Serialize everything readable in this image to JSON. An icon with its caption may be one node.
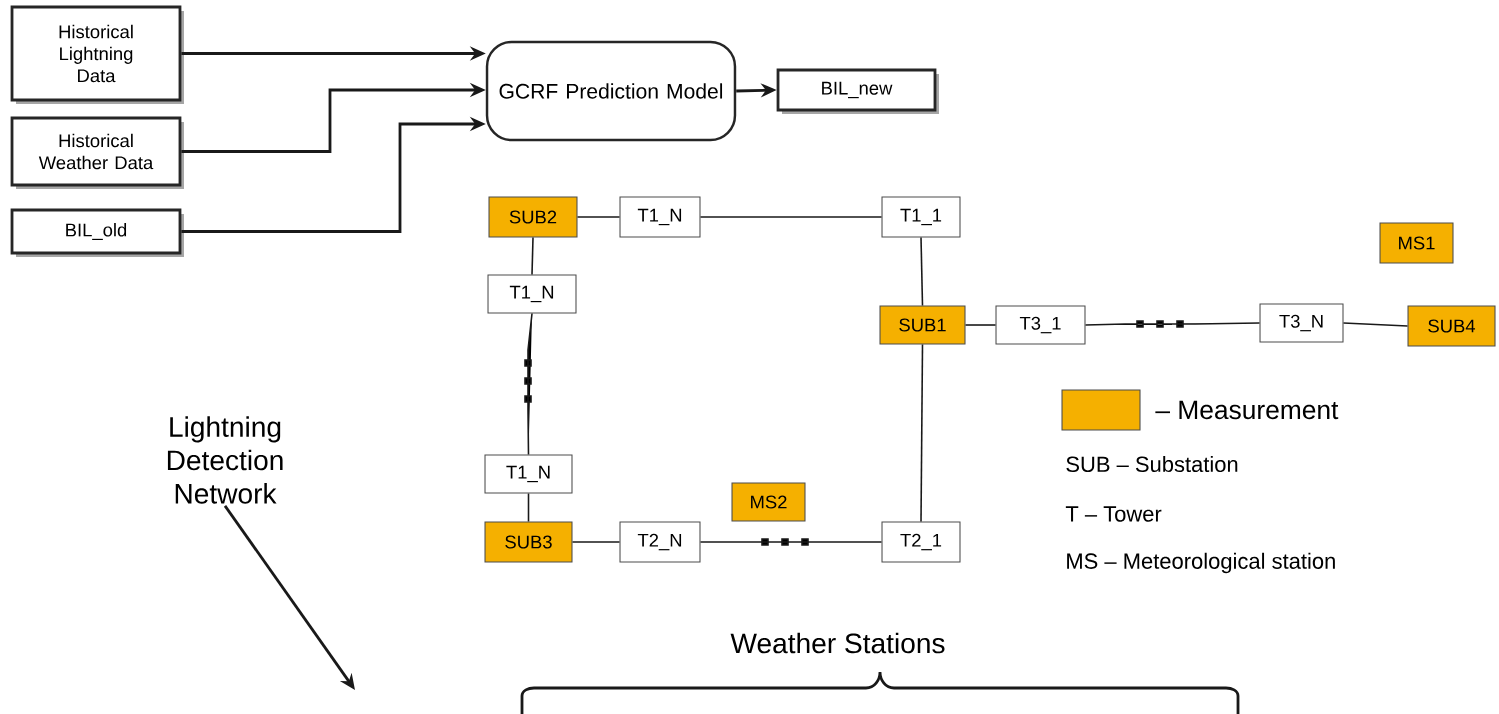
{
  "diagram": {
    "nodes": [
      {
        "text": [
          "Historical Lightning Data"
        ]
      },
      {
        "text": [
          "Historical Weather Data"
        ]
      },
      {
        "text": [
          "BIL_old"
        ]
      },
      {
        "text": [
          "GCRF Prediction Model"
        ]
      },
      {
        "text": [
          "BIL_new"
        ]
      },
      {
        "text": [
          "SUB2"
        ]
      },
      {
        "text": [
          "T1_N"
        ]
      },
      {
        "text": [
          "T1_1"
        ]
      },
      {
        "text": [
          "MS1"
        ]
      },
      {
        "text": [
          "T1_N"
        ]
      },
      {
        "text": [
          "SUB1"
        ]
      },
      {
        "text": [
          "T3_1"
        ]
      },
      {
        "text": [
          "T3_N"
        ]
      },
      {
        "text": [
          "SUB4"
        ]
      },
      {
        "text": [
          "T1_N"
        ]
      },
      {
        "text": [
          "MS2"
        ]
      },
      {
        "text": [
          "SUB3"
        ]
      },
      {
        "text": [
          "T2_N"
        ]
      },
      {
        "text": [
          "T2_1"
        ]
      },
      {
        "text": [
          "Lightning Detection Network"
        ]
      }
    ],
    "edges": [
      {
        "from": 0,
        "to": 3,
        "arrow": "to"
      },
      {
        "from": 1,
        "to": 3,
        "arrow": "to"
      },
      {
        "from": 2,
        "to": 3,
        "arrow": "to"
      },
      {
        "from": 3,
        "to": 4,
        "arrow": "to"
      },
      {
        "from": 5,
        "to": 6,
        "arrow": "none"
      },
      {
        "from": 6,
        "to": 7,
        "arrow": "none"
      },
      {
        "from": 7,
        "to": 10,
        "arrow": "none"
      },
      {
        "from": 5,
        "to": 9,
        "arrow": "none"
      },
      {
        "from": 9,
        "to": 14,
        "arrow": "none"
      },
      {
        "from": 14,
        "to": 16,
        "arrow": "none"
      },
      {
        "from": 16,
        "to": 17,
        "arrow": "none"
      },
      {
        "from": 17,
        "to": 18,
        "arrow": "none"
      },
      {
        "from": 18,
        "to": 10,
        "arrow": "none"
      },
      {
        "from": 10,
        "to": 11,
        "arrow": "none"
      },
      {
        "from": 11,
        "to": 12,
        "arrow": "none"
      },
      {
        "from": 12,
        "to": 13,
        "arrow": "none"
      },
      {
        "from": 19,
        "to": null,
        "arrow": "to"
      }
    ],
    "labels": [
      "SUB – Substation",
      "T – Tower",
      "MS – Meteorological station",
      "Weather Stations"
    ],
    "legend": [
      {
        "text": "– Measurement",
        "color": "#f5b000"
      }
    ]
  }
}
